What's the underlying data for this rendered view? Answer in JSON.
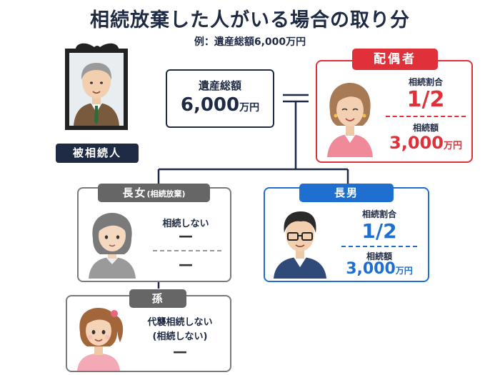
{
  "title": "相続放棄した人がいる場合の取り分",
  "subtitle": "例：遺産総額6,000万円",
  "deceased": {
    "label": "被相続人"
  },
  "estate": {
    "label": "遺産総額",
    "value": "6,000",
    "unit": "万円"
  },
  "spouse": {
    "title": "配偶者",
    "share_label": "相続割合",
    "share": "1/2",
    "amount_label": "相続額",
    "amount": "3,000",
    "unit": "万円"
  },
  "eldest_daughter": {
    "title": "長女",
    "note": "(相続放棄)",
    "status": "相続しない",
    "dash1": "—",
    "dash2": "—"
  },
  "eldest_son": {
    "title": "長男",
    "share_label": "相続割合",
    "share": "1/2",
    "amount_label": "相続額",
    "amount": "3,000",
    "unit": "万円"
  },
  "grandchild": {
    "title": "孫",
    "line1": "代襲相続しない",
    "line2": "(相続しない)",
    "dash": "—"
  },
  "colors": {
    "navy": "#1f2a44",
    "red": "#e0303a",
    "blue": "#1f6fd1",
    "gray": "#666666"
  }
}
